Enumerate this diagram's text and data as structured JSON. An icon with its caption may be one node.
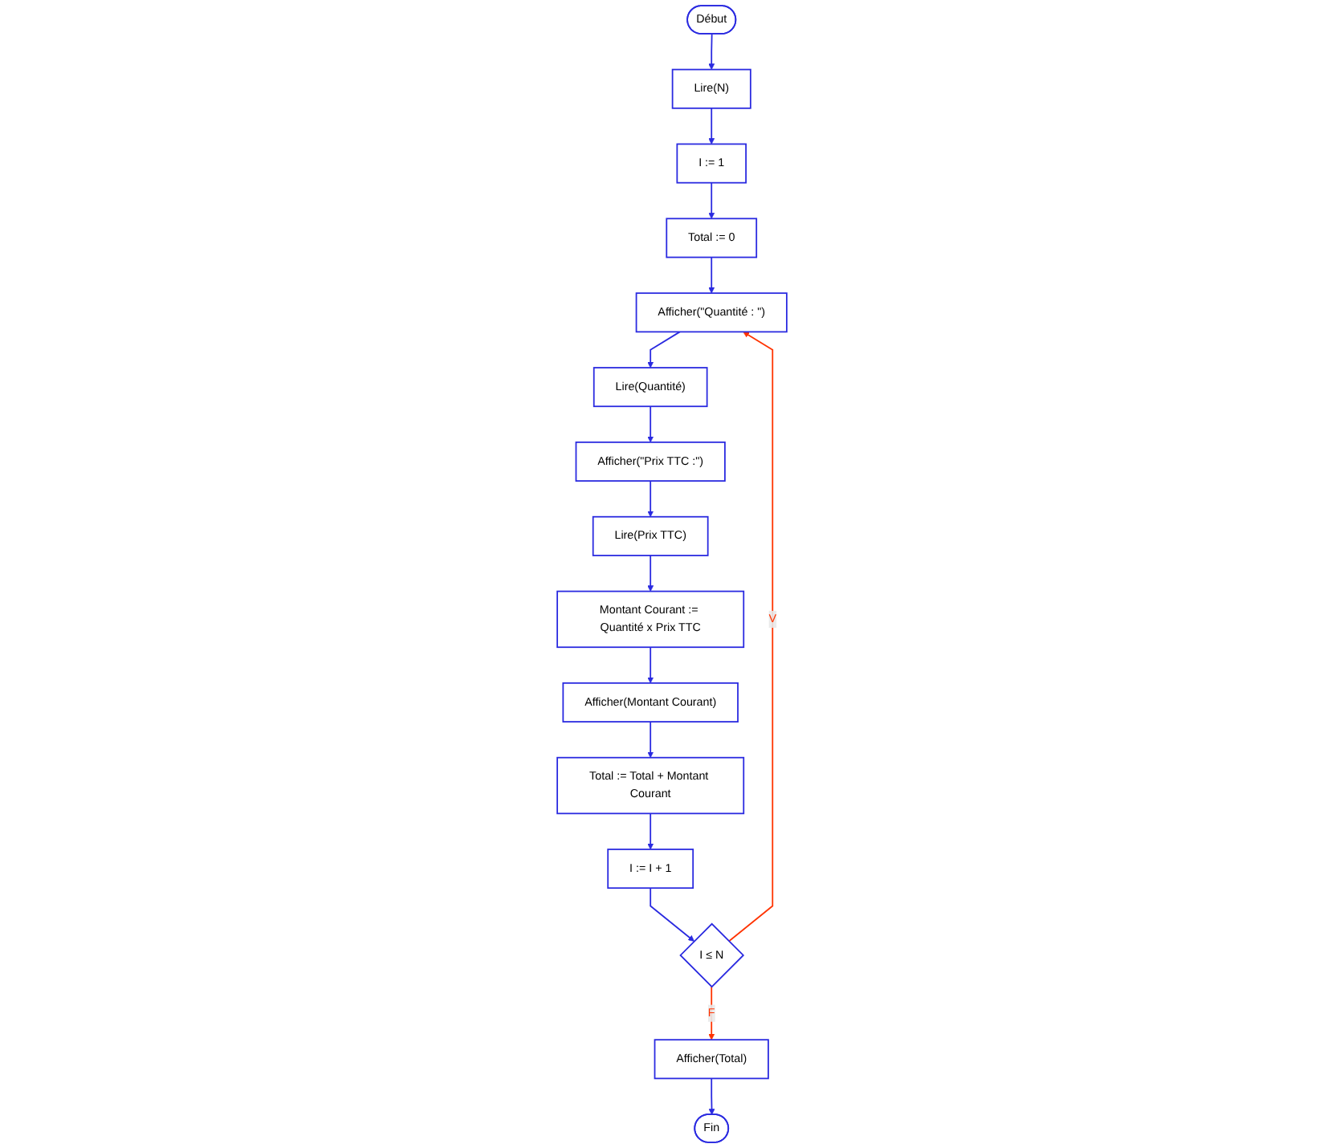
{
  "diagram": {
    "nodes": [
      {
        "text": [
          "Début"
        ]
      },
      {
        "text": [
          "Lire(N)"
        ]
      },
      {
        "text": [
          "I := 1"
        ]
      },
      {
        "text": [
          "Total := 0"
        ]
      },
      {
        "text": [
          "Afficher(\"Quantité : \")"
        ]
      },
      {
        "text": [
          "Lire(Quantité)"
        ]
      },
      {
        "text": [
          "Afficher(\"Prix TTC :\")"
        ]
      },
      {
        "text": [
          "Lire(Prix TTC)"
        ]
      },
      {
        "text": [
          "Montant Courant := Quantité x Prix TTC"
        ]
      },
      {
        "text": [
          "Afficher(Montant Courant)"
        ]
      },
      {
        "text": [
          "Total := Total + Montant Courant"
        ]
      },
      {
        "text": [
          "I := I + 1"
        ]
      },
      {
        "text": [
          "I ≤ N"
        ]
      },
      {
        "text": [
          "Afficher(Total)"
        ]
      },
      {
        "text": [
          "Fin"
        ]
      }
    ],
    "edges": [
      {
        "from": 0,
        "to": 1,
        "arrow": "to"
      },
      {
        "from": 1,
        "to": 2,
        "arrow": "to"
      },
      {
        "from": 2,
        "to": 3,
        "arrow": "to"
      },
      {
        "from": 3,
        "to": 4,
        "arrow": "to"
      },
      {
        "from": 4,
        "to": 5,
        "arrow": "to"
      },
      {
        "from": 5,
        "to": 6,
        "arrow": "to"
      },
      {
        "from": 6,
        "to": 7,
        "arrow": "to"
      },
      {
        "from": 7,
        "to": 8,
        "arrow": "to"
      },
      {
        "from": 8,
        "to": 9,
        "arrow": "to"
      },
      {
        "from": 9,
        "to": 10,
        "arrow": "to"
      },
      {
        "from": 10,
        "to": 11,
        "arrow": "to"
      },
      {
        "from": 11,
        "to": 12,
        "arrow": "to"
      },
      {
        "from": 12,
        "to": 13,
        "arrow": "to",
        "label": "F",
        "color": "#ff3300"
      },
      {
        "from": 12,
        "to": 4,
        "arrow": "to",
        "label": "V",
        "color": "#ff3300"
      },
      {
        "from": 13,
        "to": 14,
        "arrow": "to"
      }
    ]
  }
}
